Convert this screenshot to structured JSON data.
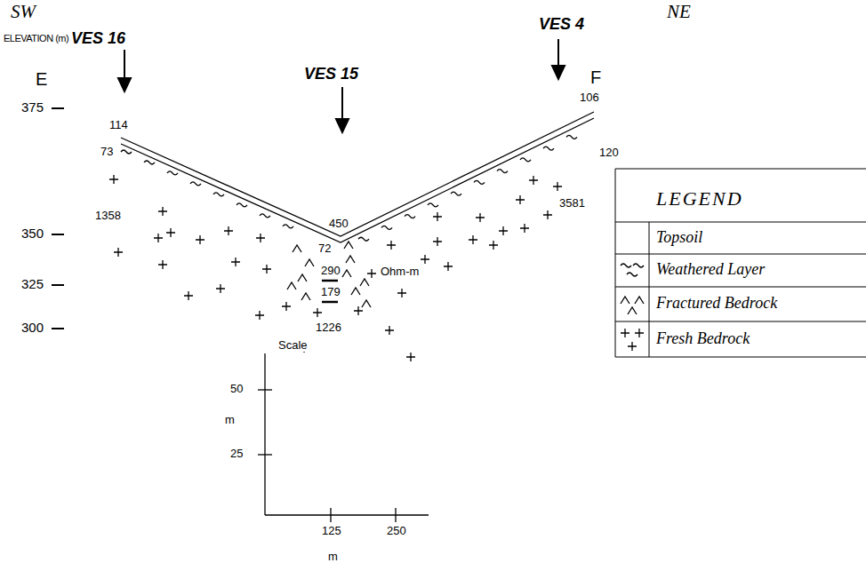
{
  "diagram": {
    "labels": [
      "SW",
      "NE",
      "ELEVATION (m)",
      "VES 16",
      "VES 15",
      "VES 4",
      "E",
      "F",
      "375",
      "350",
      "325",
      "300",
      "114",
      "73",
      "1358",
      "450",
      "72",
      "290",
      "179",
      "1226",
      "Ohm-m",
      "106",
      "120",
      "3581",
      "Scale",
      "50",
      "m",
      "25",
      "125",
      "250",
      "m",
      "LEGEND"
    ],
    "legend": [
      {
        "text": "Topsoil"
      },
      {
        "text": "Weathered Layer"
      },
      {
        "text": "Fractured Bedrock"
      },
      {
        "text": "Fresh Bedrock"
      }
    ]
  }
}
